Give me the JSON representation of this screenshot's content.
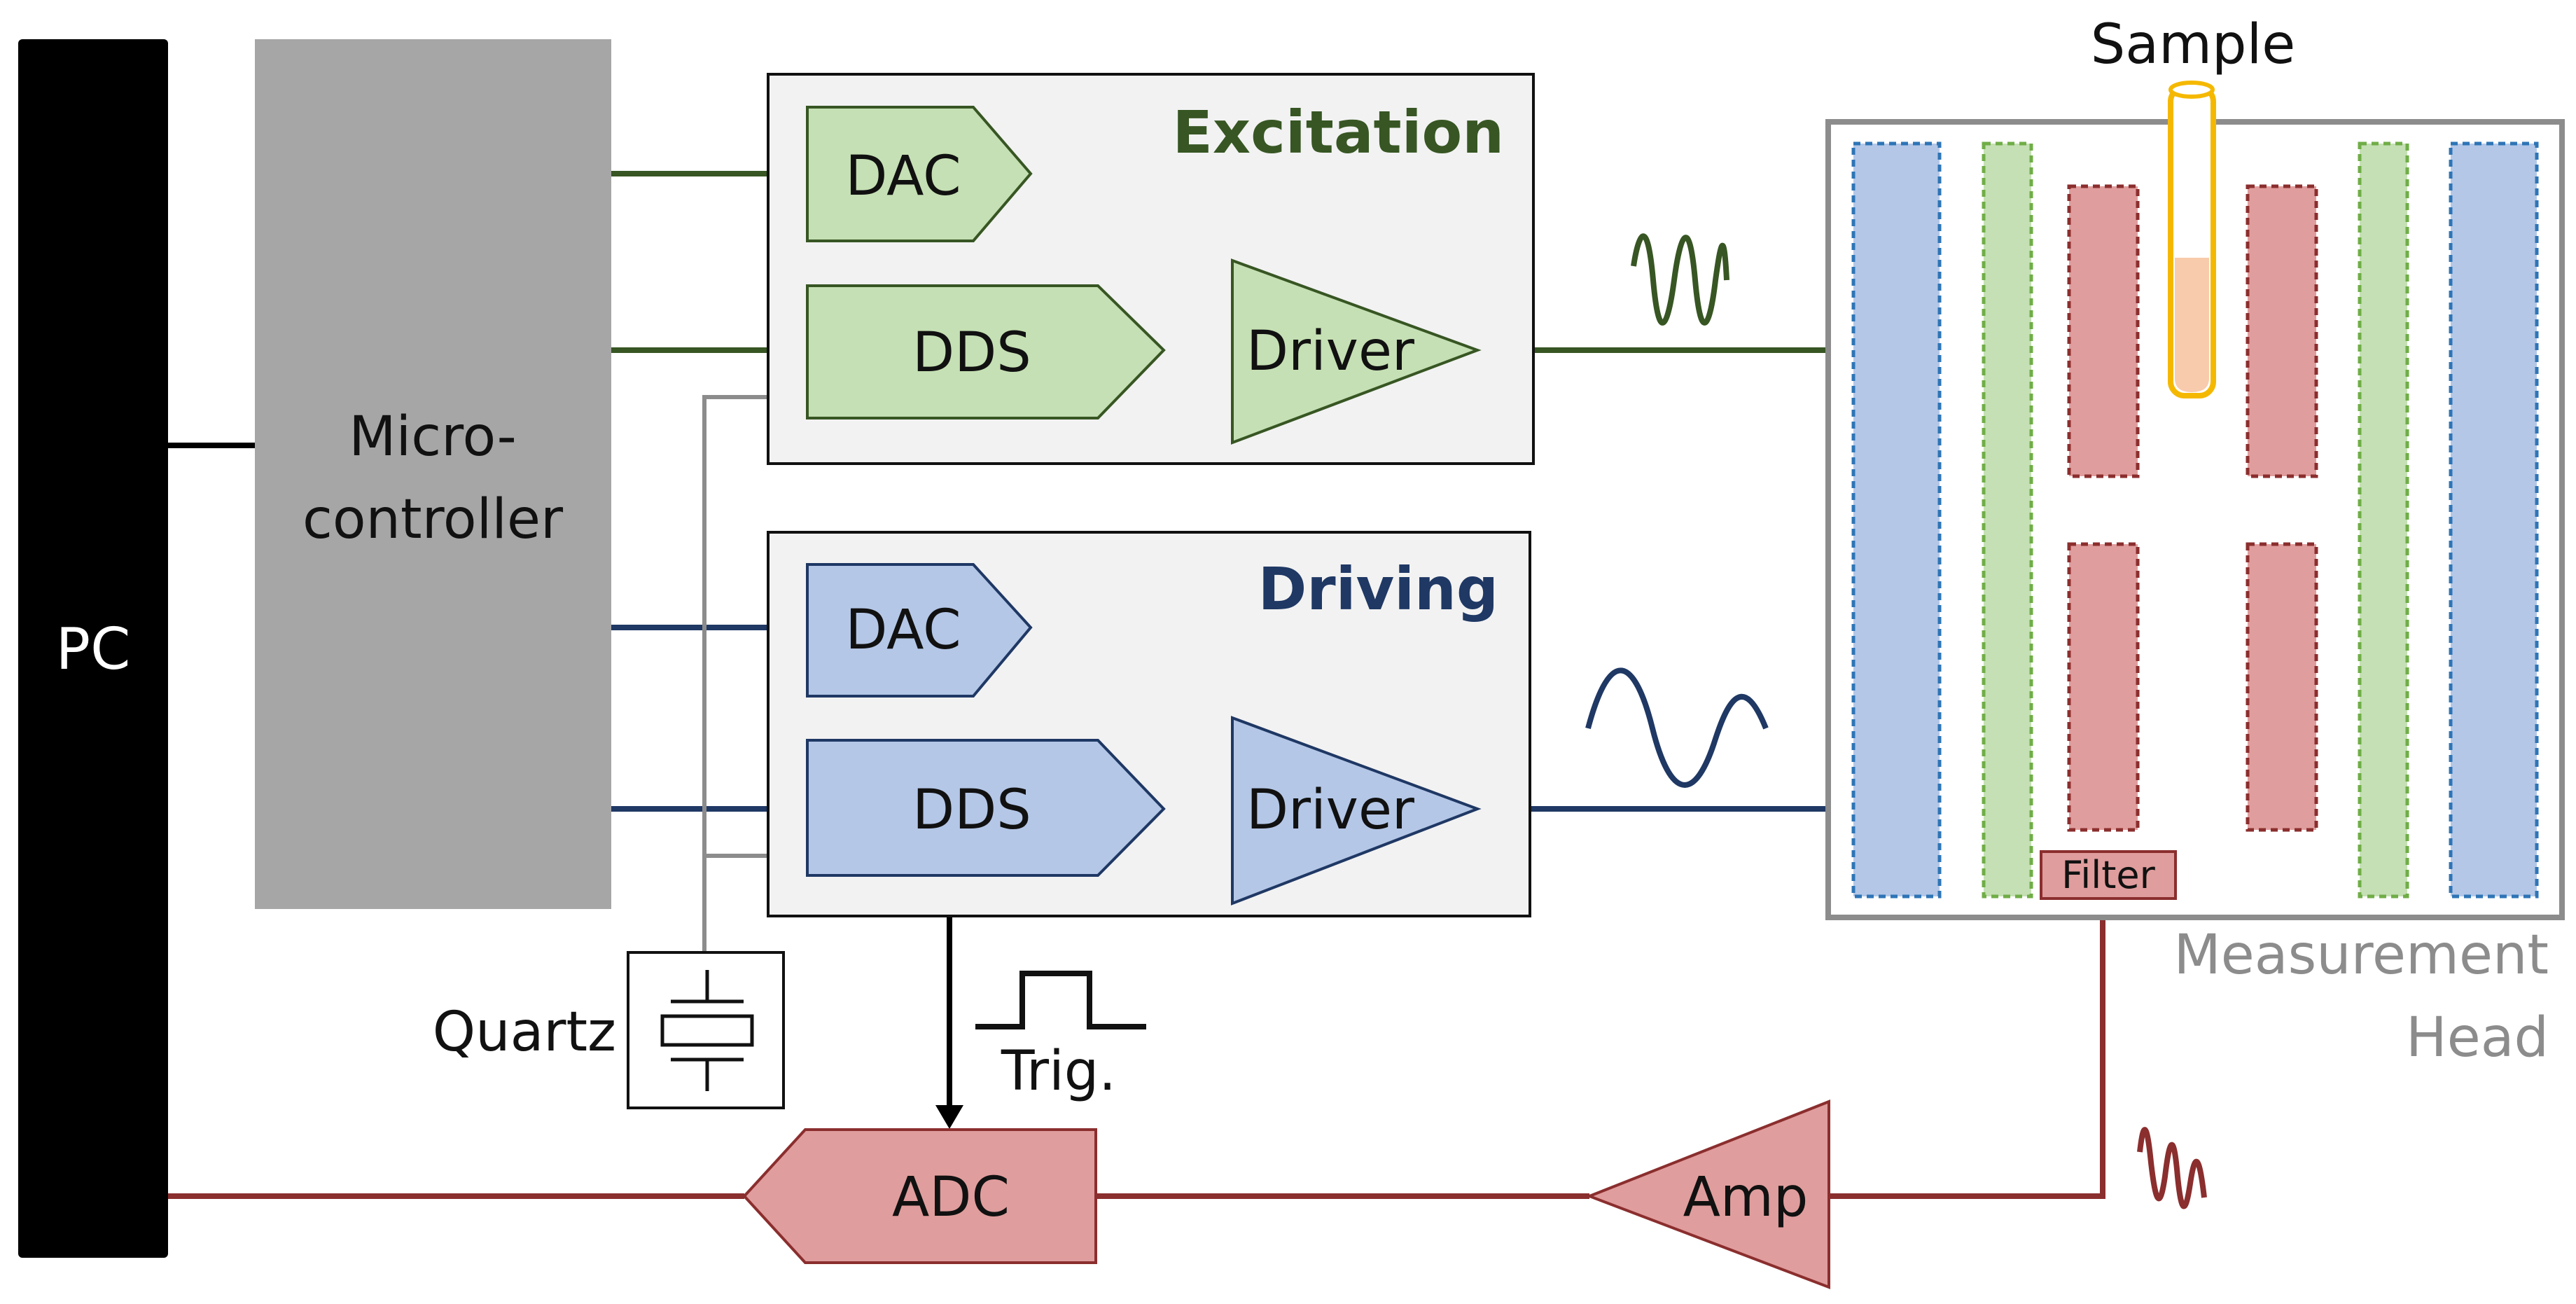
{
  "colors": {
    "green_line": "#375623",
    "green_fill": "#c5e0b4",
    "blue_line": "#1f3864",
    "blue_fill": "#b4c7e7",
    "red_line": "#8b2e2e",
    "red_fill": "#e09d9d",
    "gray_fill": "#a6a6a6",
    "panel_fill": "#f2f2f2",
    "sample_outline": "#f5b800",
    "sample_liquid": "#f8cbad"
  },
  "blocks": {
    "pc": "PC",
    "microcontroller_line1": "Micro-",
    "microcontroller_line2": "controller",
    "excitation_title": "Excitation",
    "driving_title": "Driving",
    "dac": "DAC",
    "dds": "DDS",
    "driver": "Driver",
    "adc": "ADC",
    "amp": "Amp",
    "filter": "Filter",
    "quartz": "Quartz",
    "trigger": "Trig.",
    "sample": "Sample",
    "measurement_head_line1": "Measurement",
    "measurement_head_line2": "Head"
  }
}
